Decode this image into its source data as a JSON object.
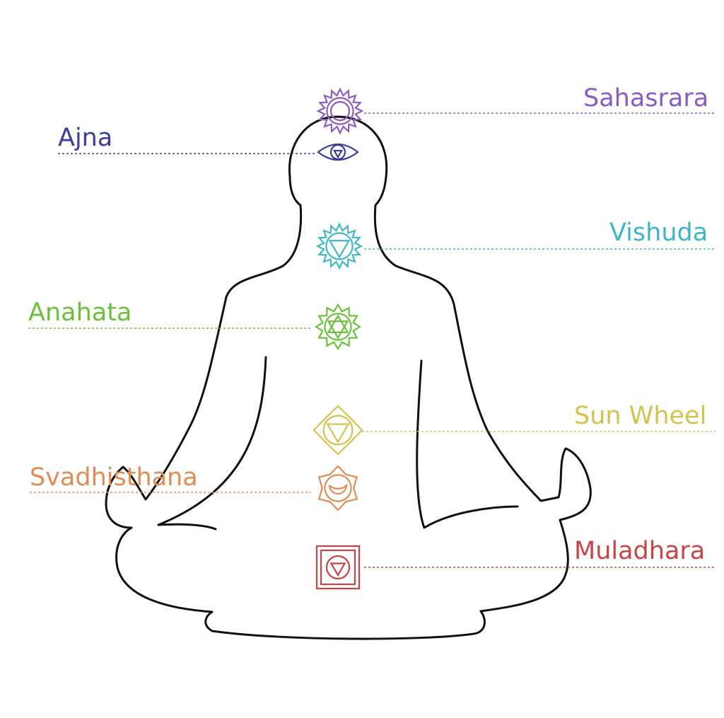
{
  "diagram": {
    "type": "chakra-figure",
    "chakras": [
      {
        "id": "sahasrara",
        "label": "Sahasrara",
        "color": "#8a5cc2",
        "symbol": "lotus-circle"
      },
      {
        "id": "ajna",
        "label": "Ajna",
        "color": "#3d3d9e",
        "symbol": "eye"
      },
      {
        "id": "vishuda",
        "label": "Vishuda",
        "color": "#3fb6c8",
        "symbol": "lotus-triangle-down"
      },
      {
        "id": "anahata",
        "label": "Anahata",
        "color": "#6cc13c",
        "symbol": "lotus-hexagram"
      },
      {
        "id": "sun-wheel",
        "label": "Sun Wheel",
        "color": "#d6c24e",
        "symbol": "lotus-triangle-down"
      },
      {
        "id": "svadhisthana",
        "label": "Svadhisthana",
        "color": "#e08c55",
        "symbol": "lotus-crescent"
      },
      {
        "id": "muladhara",
        "label": "Muladhara",
        "color": "#c94444",
        "symbol": "square"
      }
    ],
    "outline_color": "#111111"
  }
}
